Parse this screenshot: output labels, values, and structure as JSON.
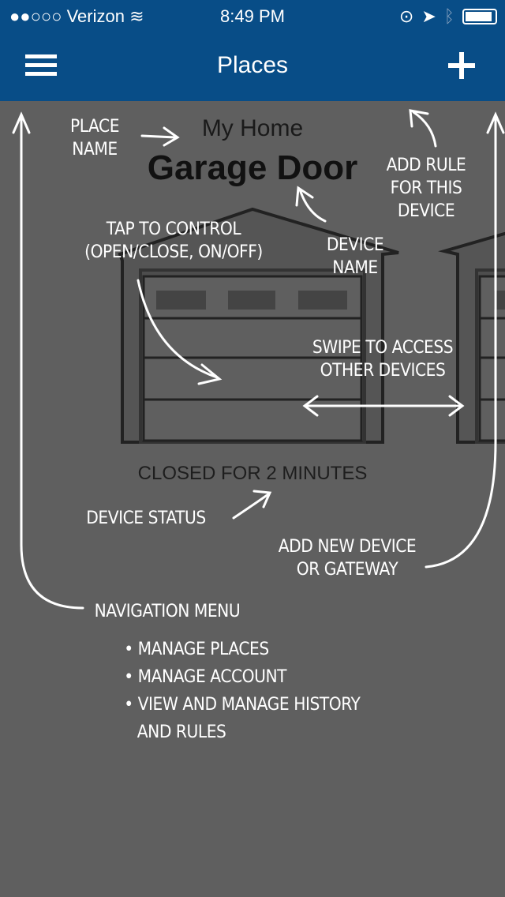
{
  "status_bar": {
    "signal": "●●○○○",
    "carrier": "Verizon",
    "time": "8:49 PM"
  },
  "nav": {
    "title": "Places",
    "menu_icon": "hamburger-icon",
    "add_icon": "plus-icon"
  },
  "device": {
    "place_name": "My Home",
    "name": "Garage Door",
    "status": "CLOSED FOR 2 MINUTES"
  },
  "annotations": {
    "place_name": [
      "PLACE",
      "NAME"
    ],
    "device_name": [
      "DEVICE",
      "NAME"
    ],
    "add_rule": [
      "ADD RULE",
      "FOR THIS",
      "DEVICE"
    ],
    "tap_control": [
      "TAP TO CONTROL",
      "(OPEN/CLOSE, ON/OFF)"
    ],
    "swipe": [
      "SWIPE TO ACCESS",
      "OTHER DEVICES"
    ],
    "device_status": "DEVICE STATUS",
    "add_device": [
      "ADD NEW DEVICE",
      "OR GATEWAY"
    ],
    "nav_menu": "NAVIGATION MENU",
    "nav_items": [
      "MANAGE PLACES",
      "MANAGE ACCOUNT",
      "VIEW AND MANAGE HISTORY",
      "AND RULES"
    ]
  }
}
